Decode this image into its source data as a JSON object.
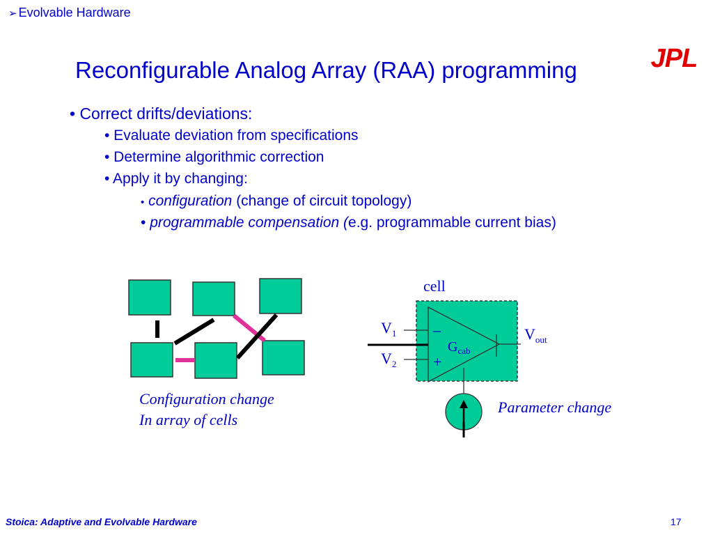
{
  "header": {
    "arrow_glyph": "➢",
    "label": "Evolvable Hardware"
  },
  "logo": {
    "text": "JPL",
    "color": "#e00000"
  },
  "title": "Reconfigurable Analog Array (RAA) programming",
  "bullets": {
    "b1": "• Correct drifts/deviations:",
    "b2a": "• Evaluate deviation from specifications",
    "b2b": "• Determine algorithmic correction",
    "b2c": "• Apply it by changing:",
    "b3a_dot": "•",
    "b3a_it": "configuration",
    "b3a_rest": " (change of circuit topology)",
    "b3b_dot": "•",
    "b3b_it": "programmable compensation (",
    "b3b_rest": "e.g. programmable current bias)"
  },
  "diagram": {
    "cell_label": "cell",
    "v1": "V",
    "v1_sub": "1",
    "v2": "V",
    "v2_sub": "2",
    "vout": "V",
    "vout_sub": "out",
    "gcab": "G",
    "gcab_sub": "cab",
    "minus": "–",
    "plus": "+",
    "caption_line1": "Configuration change",
    "caption_line2": "In array of cells",
    "param_label": "Parameter change",
    "colors": {
      "cell_fill": "#00cc99",
      "config_link": "#e0309a",
      "text": "#0000cc"
    }
  },
  "footer": {
    "left": "Stoica: Adaptive and Evolvable Hardware",
    "page": "17"
  }
}
